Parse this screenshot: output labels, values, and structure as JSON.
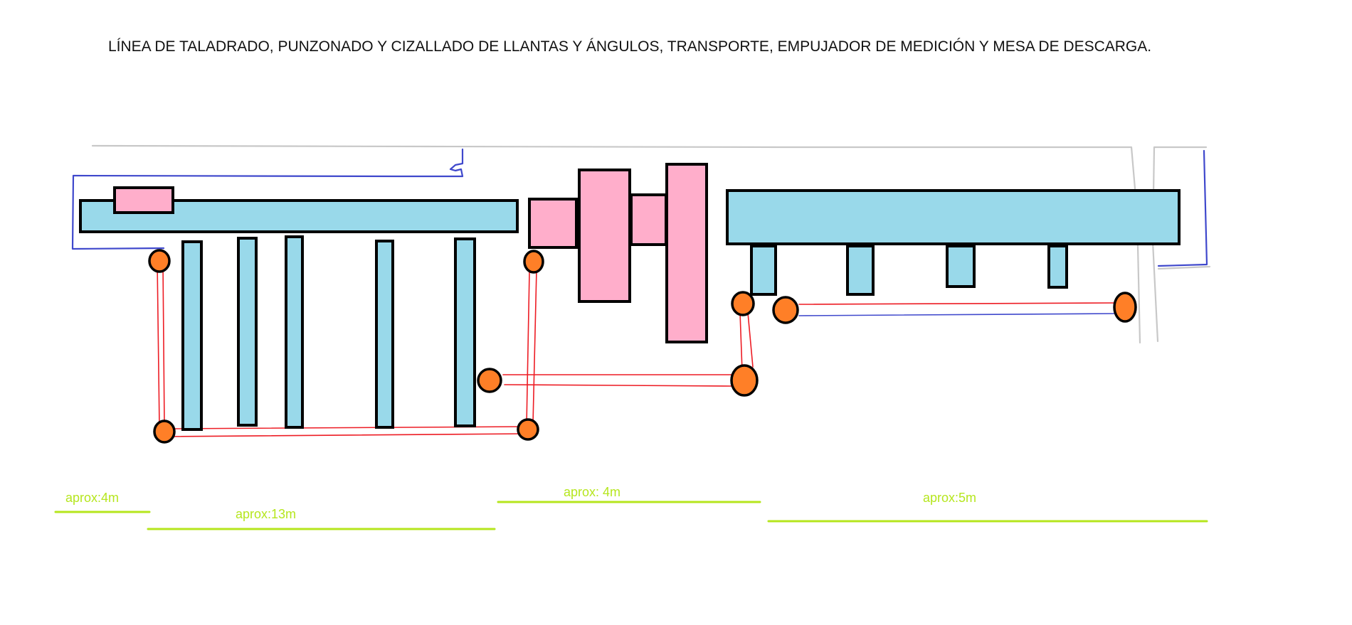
{
  "title": "LÍNEA DE TALADRADO, PUNZONADO Y CIZALLADO DE LLANTAS Y ÁNGULOS, TRANSPORTE, EMPUJADOR DE MEDICIÓN Y MESA DE DESCARGA.",
  "dimensions": [
    {
      "label": "aprox:4m"
    },
    {
      "label": "aprox:13m"
    },
    {
      "label": "aprox: 4m"
    },
    {
      "label": "aprox:5m"
    }
  ],
  "colors": {
    "conveyor_blue": "#99d9ea",
    "machine_pink": "#ffaecb",
    "sensor_orange": "#ff7f27",
    "wire_red": "#ed1c24",
    "wire_blue": "#3f48cc",
    "guard_gray": "#c8c8c8",
    "guard_blue": "#3f48cc",
    "dimension_green": "#b5e61d",
    "outline": "#000000"
  }
}
